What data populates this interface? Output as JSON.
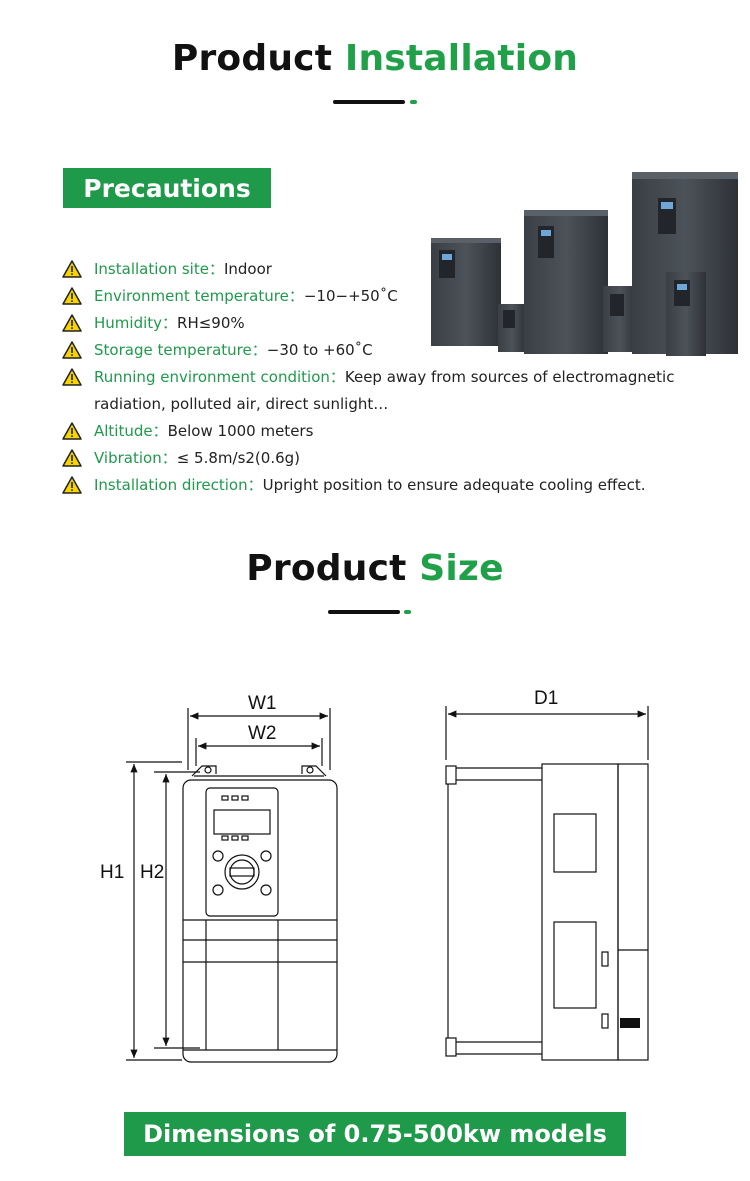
{
  "installation": {
    "title_dark": "Product",
    "title_green": "Installation",
    "precautions_label": "Precautions",
    "items": [
      {
        "label": "Installation site：",
        "value": "Indoor"
      },
      {
        "label": "Environment temperature：",
        "value": "−10−+50˚C"
      },
      {
        "label": "Humidity：",
        "value": "RH≤90%"
      },
      {
        "label": "Storage temperature：",
        "value": "−30 to +60˚C"
      },
      {
        "label": "Running environment condition：",
        "value": "Keep away from sources of electromagnetic",
        "value_cont": "radiation, polluted air, direct sunlight…"
      },
      {
        "label": "Altitude：",
        "value": "Below 1000 meters"
      },
      {
        "label": "Vibration：",
        "value": "≤ 5.8m/s2(0.6g)"
      },
      {
        "label": "Installation direction：",
        "value": "Upright position to ensure adequate cooling effect."
      }
    ]
  },
  "size": {
    "title_dark": "Product",
    "title_green": "Size",
    "dims": {
      "w1": "W1",
      "w2": "W2",
      "h1": "H1",
      "h2": "H2",
      "d1": "D1"
    },
    "caption": "Dimensions of 0.75-500kw models"
  },
  "colors": {
    "accent": "#1fa049",
    "badge": "#1f9a4b",
    "heading": "#111111"
  },
  "icons": {
    "warning": "warning-triangle-icon"
  }
}
